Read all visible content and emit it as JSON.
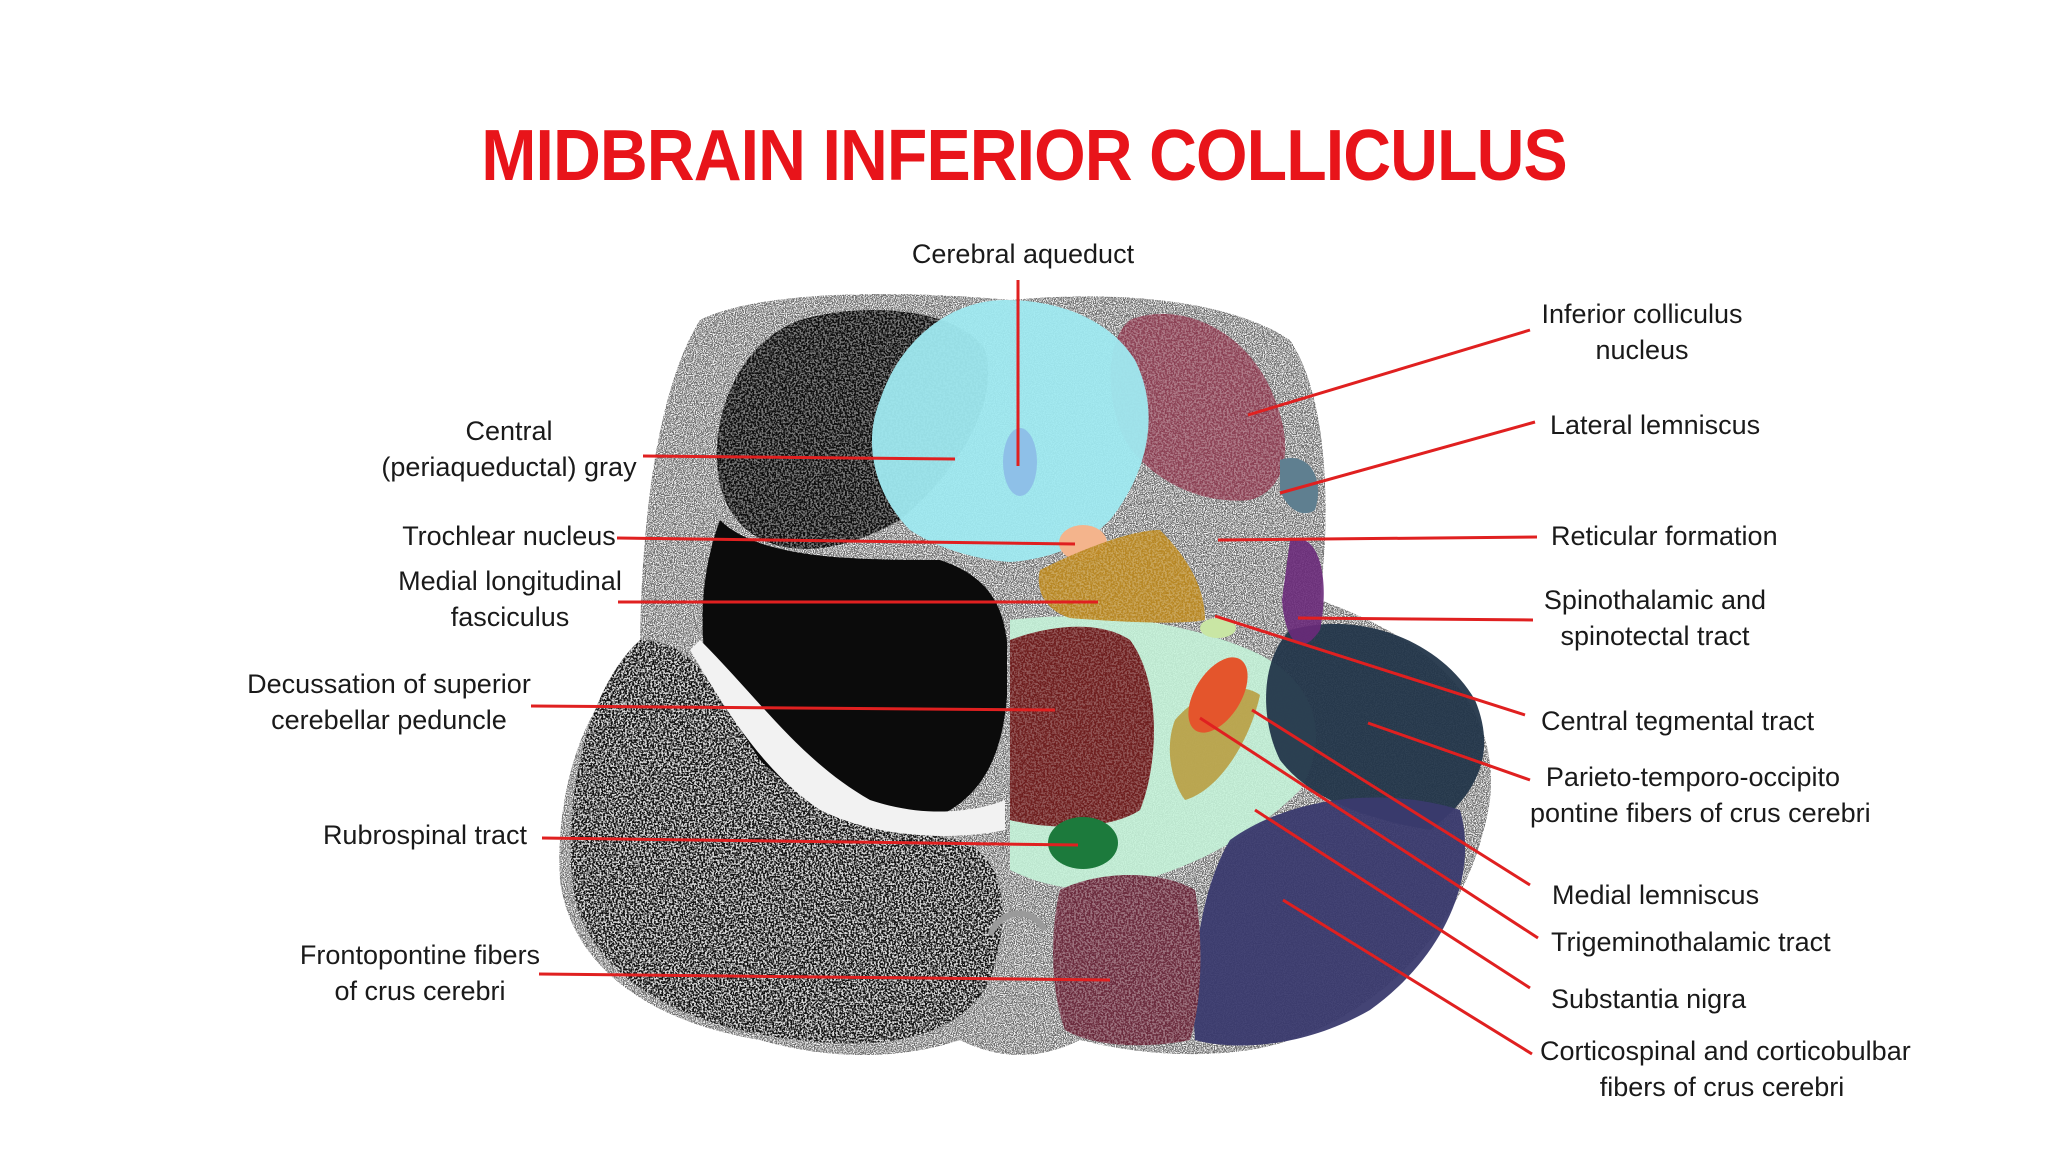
{
  "title": "MIDBRAIN INFERIOR COLLICULUS",
  "colors": {
    "title": "#e8141a",
    "leader_line": "#e02020",
    "label_text": "#1a1a1a",
    "periaqueductal_gray": "#9fe9f0",
    "inferior_colliculus": "#8a3a4e",
    "trochlear_nucleus": "#f4b48c",
    "mlf": "#b8861e",
    "decussation_scp": "#6e1e1e",
    "rubrospinal": "#1c7a3c",
    "frontopontine": "#6a2a3c",
    "corticospinal": "#3a3a6e",
    "parieto_temporo": "#23364a",
    "medial_lemniscus": "#e4552c",
    "spinothalamic": "#6a2a7a",
    "tegmentum_green": "#c4f2d8"
  },
  "labels": {
    "cerebral_aqueduct": [
      "Cerebral aqueduct"
    ],
    "central_gray": [
      "Central",
      "(periaqueductal) gray"
    ],
    "trochlear_nucleus": [
      "Trochlear nucleus"
    ],
    "mlf": [
      "Medial longitudinal",
      "fasciculus"
    ],
    "decussation": [
      "Decussation of superior",
      "cerebellar peduncle"
    ],
    "rubrospinal": [
      "Rubrospinal tract"
    ],
    "frontopontine": [
      "Frontopontine fibers",
      "of crus cerebri"
    ],
    "inferior_colliculus": [
      "Inferior colliculus",
      "nucleus"
    ],
    "lateral_lemniscus": [
      "Lateral lemniscus"
    ],
    "reticular_formation": [
      "Reticular formation"
    ],
    "spinothalamic": [
      "Spinothalamic and",
      "spinotectal tract"
    ],
    "central_tegmental": [
      "Central tegmental tract"
    ],
    "parieto_temporo": [
      "Parieto-temporo-occipito",
      "pontine fibers of crus cerebri"
    ],
    "medial_lemniscus": [
      "Medial lemniscus"
    ],
    "trigeminothalamic": [
      "Trigeminothalamic tract"
    ],
    "substantia_nigra": [
      "Substantia nigra"
    ],
    "corticospinal": [
      "Corticospinal and corticobulbar",
      "fibers of crus cerebri"
    ]
  }
}
